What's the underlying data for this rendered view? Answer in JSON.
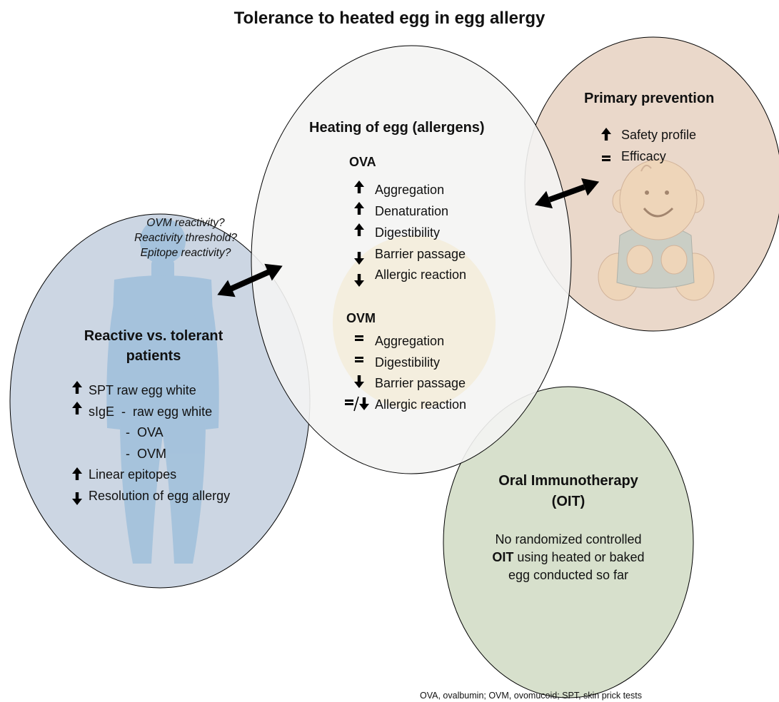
{
  "title": "Tolerance to heated egg in egg allergy",
  "footnote": "OVA, ovalbumin; OVM, ovomucoid; SPT, skin prick tests",
  "colors": {
    "reactive_fill": "#ccd6e3",
    "heating_fill": "#f4f4f3",
    "prevention_fill": "#ead8ca",
    "oit_fill": "#d7e0cc",
    "inner_circle": "#f3ecd9",
    "silhouette": "#9fbfdb",
    "baby_skin": "#f0d4b4",
    "arrow": "#000000"
  },
  "reactive": {
    "title_line1": "Reactive vs. tolerant",
    "title_line2": "patients",
    "questions": [
      "OVM reactivity?",
      "Reactivity threshold?",
      "Epitope reactivity?"
    ],
    "rows": [
      {
        "arrow": "up",
        "text": "SPT raw egg white"
      },
      {
        "arrow": "up",
        "text": "sIgE  -  raw egg white"
      },
      {
        "arrow": "",
        "text": "-  OVA"
      },
      {
        "arrow": "",
        "text": "-  OVM"
      },
      {
        "arrow": "up",
        "text": "Linear epitopes"
      },
      {
        "arrow": "down",
        "text": "Resolution of egg allergy"
      }
    ]
  },
  "heating": {
    "title": "Heating of egg (allergens)",
    "ova_label": "OVA",
    "ova_rows": [
      {
        "arrow": "up",
        "text": "Aggregation"
      },
      {
        "arrow": "up",
        "text": "Denaturation"
      },
      {
        "arrow": "up",
        "text": "Digestibility"
      },
      {
        "arrow": "down",
        "text": "Barrier passage"
      },
      {
        "arrow": "down",
        "text": "Allergic reaction"
      }
    ],
    "ovm_label": "OVM",
    "ovm_rows": [
      {
        "arrow": "equal",
        "text": "Aggregation"
      },
      {
        "arrow": "equal",
        "text": "Digestibility"
      },
      {
        "arrow": "down",
        "text": "Barrier passage"
      },
      {
        "arrow": "equal-down",
        "text": "Allergic reaction"
      }
    ]
  },
  "prevention": {
    "title": "Primary prevention",
    "rows": [
      {
        "arrow": "up",
        "text": "Safety profile"
      },
      {
        "arrow": "equal",
        "text": "Efficacy"
      }
    ]
  },
  "oit": {
    "title_line1": "Oral Immunotherapy",
    "title_line2": "(OIT)",
    "body_line1": "No randomized controlled",
    "body_line2_bold": "OIT",
    "body_line2_rest": " using heated or baked",
    "body_line3": "egg conducted so far"
  }
}
